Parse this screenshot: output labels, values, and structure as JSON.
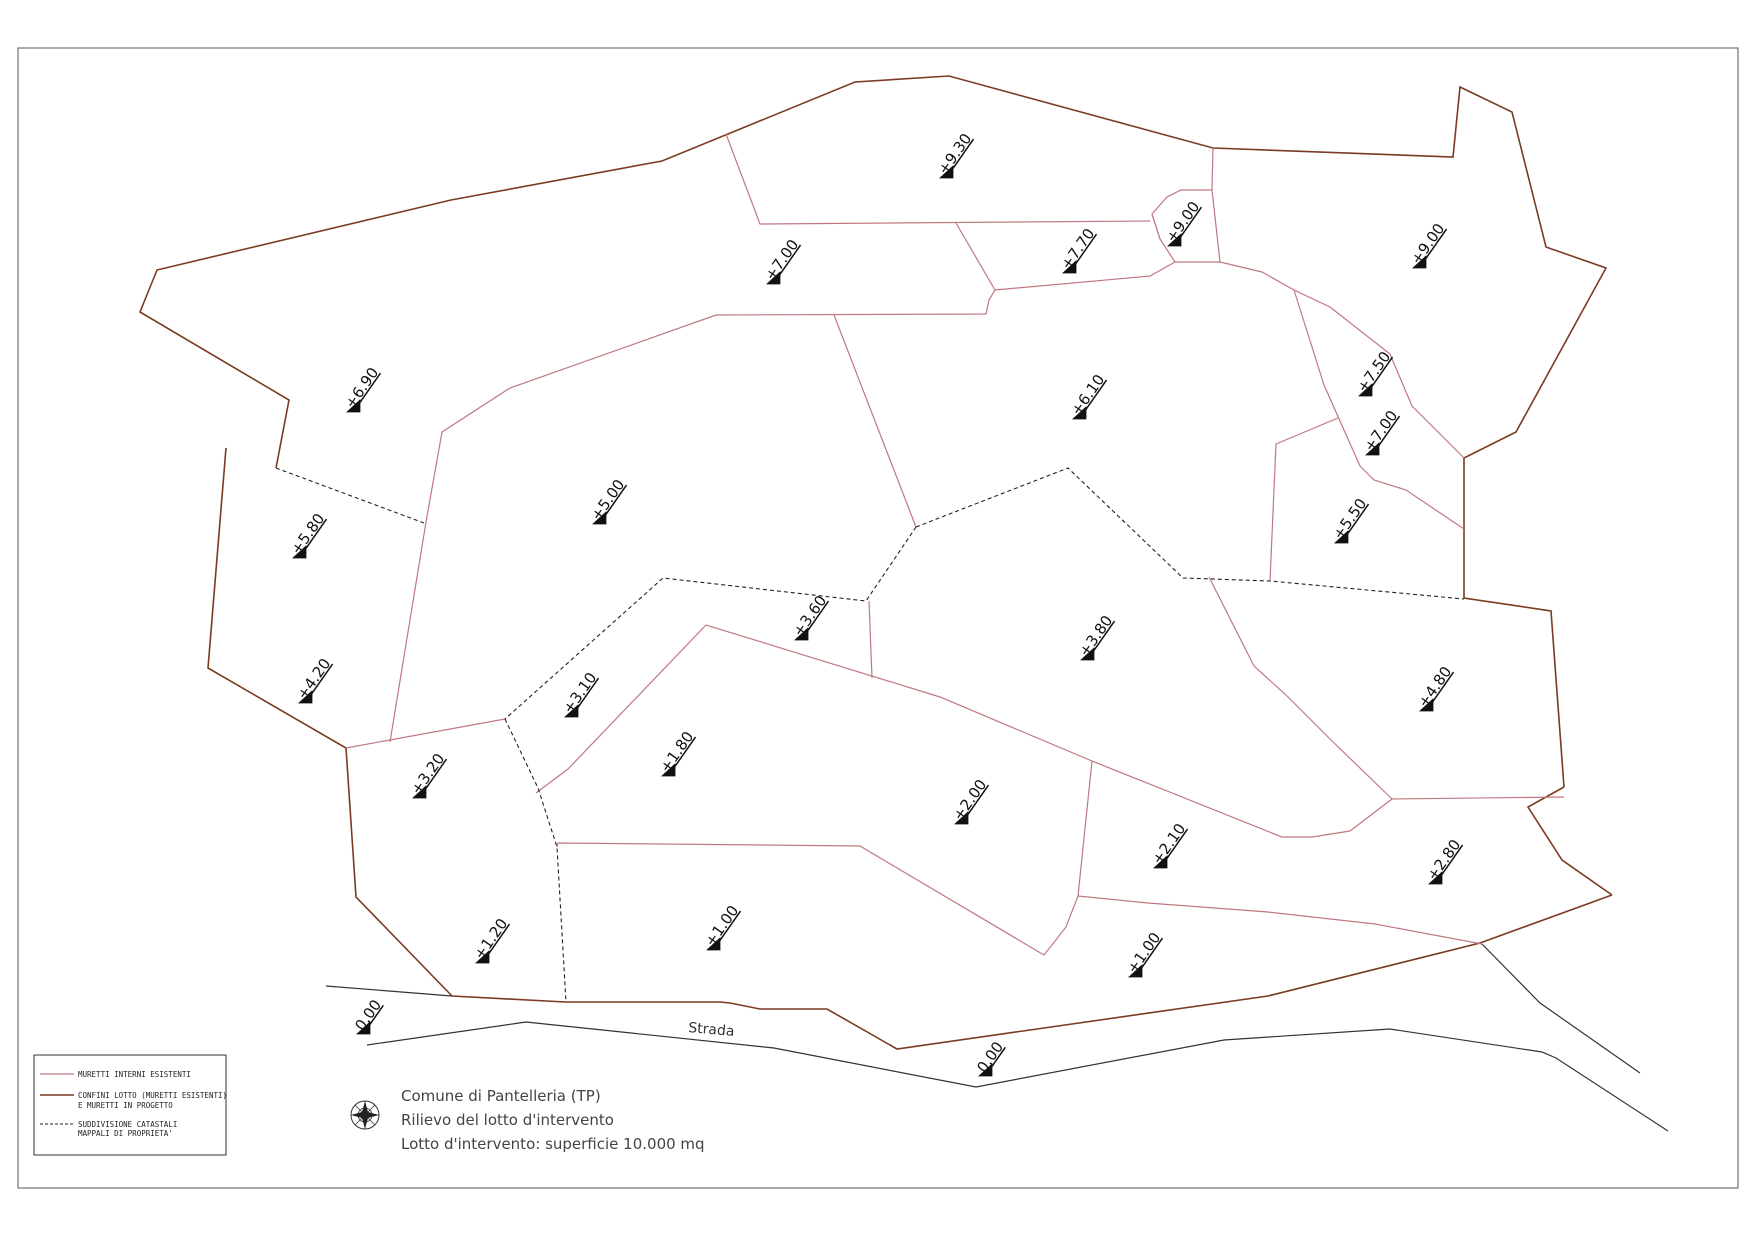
{
  "elevations": [
    {
      "label": "+9.30"
    },
    {
      "label": "+7.00"
    },
    {
      "label": "+7.70"
    },
    {
      "label": "+9.00"
    },
    {
      "label": "+9.00"
    },
    {
      "label": "+6.90"
    },
    {
      "label": "+6.10"
    },
    {
      "label": "+7.50"
    },
    {
      "label": "+7.00"
    },
    {
      "label": "+5.00"
    },
    {
      "label": "+5.80"
    },
    {
      "label": "+5.50"
    },
    {
      "label": "+3.60"
    },
    {
      "label": "+3.80"
    },
    {
      "label": "+4.20"
    },
    {
      "label": "+3.10"
    },
    {
      "label": "+4.80"
    },
    {
      "label": "+1.80"
    },
    {
      "label": "+3.20"
    },
    {
      "label": "+2.00"
    },
    {
      "label": "+2.10"
    },
    {
      "label": "+2.80"
    },
    {
      "label": "+1.20"
    },
    {
      "label": "+1.00"
    },
    {
      "label": "+1.00"
    },
    {
      "label": "0.00"
    },
    {
      "label": "0.00"
    }
  ],
  "road_label": "Strada",
  "title_block": {
    "line1": "Comune di Pantelleria   (TP)",
    "line2": "Rilievo del lotto d'intervento",
    "line3": "Lotto d'intervento: superficie   10.000  mq",
    "compass_icon": "compass-rose-icon"
  },
  "legend": {
    "internal_walls": "MURETTI INTERNI ESISTENTI",
    "boundary_line1": "CONFINI LOTTO (MURETTI ESISTENTI)",
    "boundary_line2": "E MURETTI IN PROGETTO",
    "cadastral_line1": "SUDDIVISIONE CATASTALI",
    "cadastral_line2": "MAPPALI DI PROPRIETA'"
  },
  "colors": {
    "internal_walls": "#c07880",
    "boundary": "#7a3b22",
    "cadastral": "#222222",
    "road": "#333333"
  }
}
